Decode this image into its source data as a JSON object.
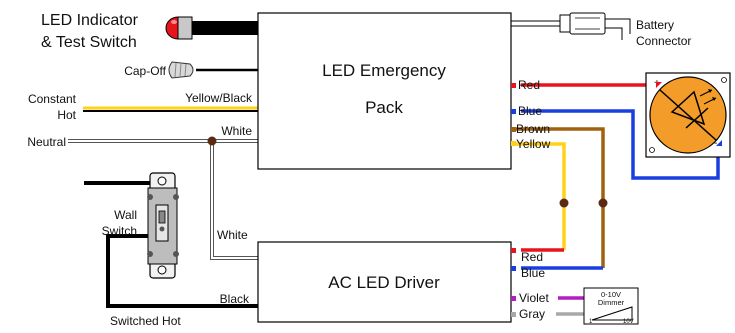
{
  "labels": {
    "led_indicator_line1": "LED Indicator",
    "led_indicator_line2": "& Test Switch",
    "cap_off": "Cap-Off",
    "constant_hot_line1": "Constant",
    "constant_hot_line2": "Hot",
    "neutral": "Neutral",
    "wall_switch_line1": "Wall",
    "wall_switch_line2": "Switch",
    "switched_hot": "Switched Hot",
    "battery_line1": "Battery",
    "battery_line2": "Connector",
    "dimmer_line1": "0-10V",
    "dimmer_line2": "Dimmer",
    "dimmer_min": "1",
    "dimmer_max": "10V"
  },
  "emergency_pack": {
    "title_line1": "LED Emergency",
    "title_line2": "Pack",
    "leads": {
      "yellow_black": "Yellow/Black",
      "white": "White",
      "red": "Red",
      "blue": "Blue",
      "brown": "Brown",
      "yellow": "Yellow"
    }
  },
  "driver": {
    "title": "AC LED Driver",
    "leads": {
      "white": "White",
      "black": "Black",
      "red": "Red",
      "blue": "Blue",
      "violet": "Violet",
      "gray": "Gray"
    }
  },
  "colors": {
    "red_wire": "#e8141b",
    "blue_wire": "#1a3fe0",
    "brown_wire": "#a0620f",
    "yellow_wire": "#ffd21a",
    "black_wire": "#000000",
    "violet_wire": "#b31ec0",
    "gray_wire": "#a8a8a8",
    "led_orange": "#f39c2a"
  }
}
